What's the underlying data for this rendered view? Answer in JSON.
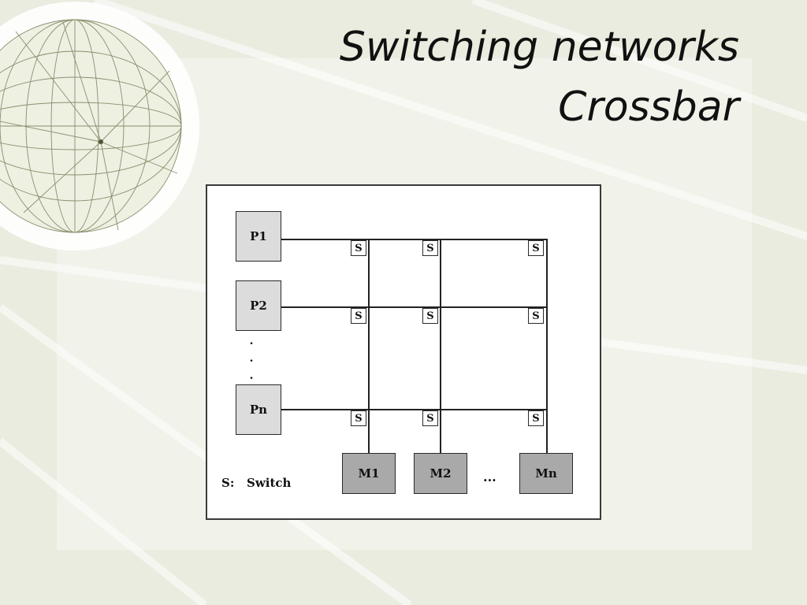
{
  "slide": {
    "title_line1": "Switching networks",
    "title_line2": "Crossbar"
  },
  "diagram": {
    "processors": [
      "P1",
      "P2",
      "Pn"
    ],
    "memories": [
      "M1",
      "M2",
      "Mn"
    ],
    "switch_label": "S",
    "vertical_ellipsis": ".\n.\n.",
    "horizontal_ellipsis": "...",
    "legend": "S:   Switch"
  },
  "colors": {
    "background": "#e9ecdf",
    "processor_fill": "#dcdcdc",
    "memory_fill": "#a9a9a9"
  }
}
